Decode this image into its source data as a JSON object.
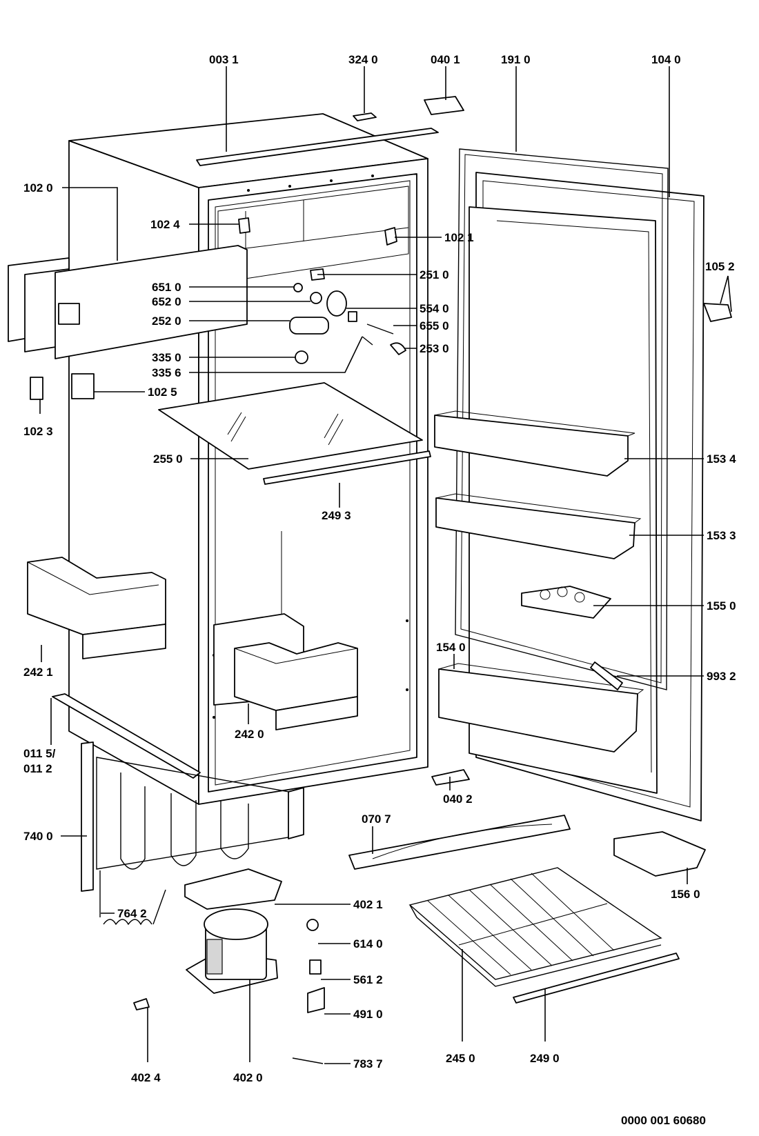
{
  "labels": {
    "l0031": "003 1",
    "l3240": "324 0",
    "l0401": "040 1",
    "l1910": "191 0",
    "l1040": "104 0",
    "l1020": "102 0",
    "l1024": "102 4",
    "l1021": "102 1",
    "l1052": "105 2",
    "l2510": "251 0",
    "l6510": "651 0",
    "l6520": "652 0",
    "l5540": "554 0",
    "l2520": "252 0",
    "l6550": "655 0",
    "l2530": "253 0",
    "l3350": "335 0",
    "l3356": "335 6",
    "l1025": "102 5",
    "l1023": "102 3",
    "l2550": "255 0",
    "l2493": "249 3",
    "l1534": "153 4",
    "l1533": "153 3",
    "l1550": "155 0",
    "l1540": "154 0",
    "l9932": "993 2",
    "l2421": "242 1",
    "l2420": "242 0",
    "l0115": "011 5/",
    "l0112": "011 2",
    "l0402": "040 2",
    "l0707": "070 7",
    "l7400": "740 0",
    "l1560": "156 0",
    "l7642": "764 2",
    "l4021": "402 1",
    "l6140": "614 0",
    "l5612": "561 2",
    "l4910": "491 0",
    "l2450": "245 0",
    "l2490": "249 0",
    "l4024": "402 4",
    "l4020": "402 0",
    "l7837": "783 7"
  },
  "drawing_number": "0000 001 60680"
}
